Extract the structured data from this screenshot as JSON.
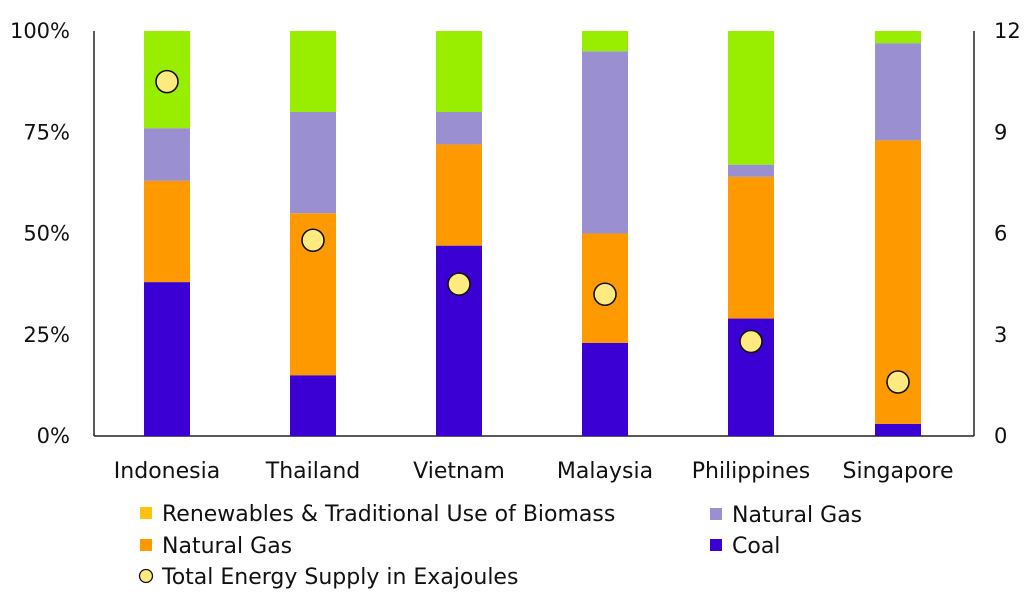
{
  "chart_data": {
    "type": "bar",
    "stacked": true,
    "categories": [
      "Indonesia",
      "Thailand",
      "Vietnam",
      "Malaysia",
      "Philippines",
      "Singapore"
    ],
    "series": [
      {
        "name": "Coal",
        "color": "#3b00d4",
        "values": [
          38,
          15,
          47,
          23,
          29,
          3
        ]
      },
      {
        "name": "Natural Gas",
        "color": "#ff9900",
        "values": [
          25,
          40,
          25,
          27,
          35,
          70
        ]
      },
      {
        "name": "Natural Gas",
        "color": "#9a8fd1",
        "values": [
          13,
          25,
          8,
          45,
          3,
          24
        ]
      },
      {
        "name": "Renewables & Traditional Use of Biomass",
        "legend_color": "#ffc20e",
        "color": "#99ee00",
        "values": [
          24,
          20,
          20,
          5,
          33,
          3
        ]
      }
    ],
    "line_series": {
      "name": "Total Energy Supply in Exajoules",
      "axis": "right",
      "marker_fill": "#ffea80",
      "values": [
        10.5,
        5.8,
        4.5,
        4.2,
        2.8,
        1.6
      ]
    },
    "left_axis": {
      "ticks": [
        "0%",
        "25%",
        "50%",
        "75%",
        "100%"
      ],
      "ylim": [
        0,
        100
      ]
    },
    "right_axis": {
      "ticks": [
        "0",
        "3",
        "6",
        "9",
        "12"
      ],
      "ylim": [
        0,
        12
      ]
    },
    "legend": {
      "placement": "bottom",
      "items": [
        "Renewables & Traditional Use of Biomass",
        "Natural Gas",
        "Natural Gas",
        "Coal",
        "Total Energy Supply in Exajoules"
      ]
    },
    "grid": false
  }
}
